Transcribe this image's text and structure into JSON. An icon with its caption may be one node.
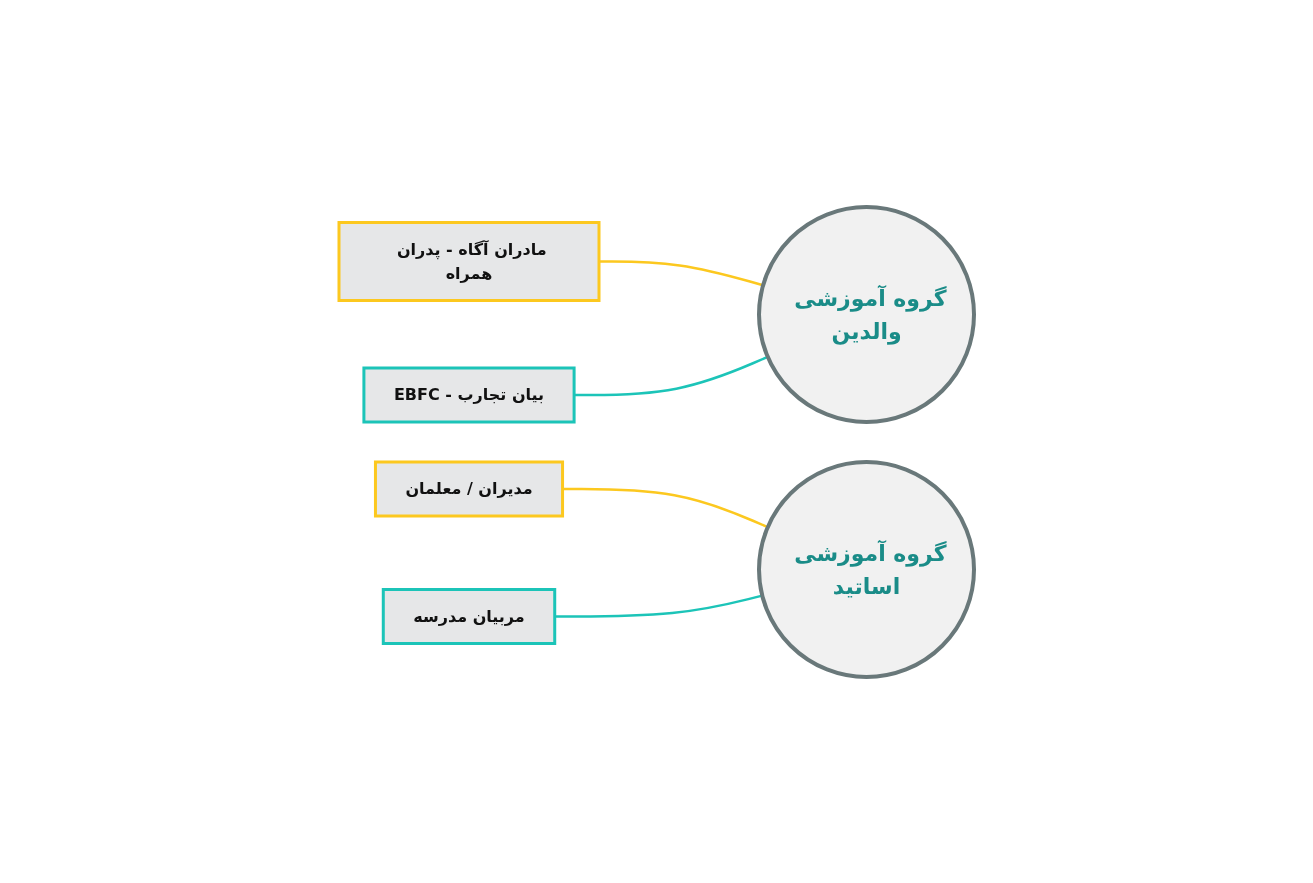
{
  "diagram": {
    "nodes": [
      {
        "text": [
          "گروه آموزشی والدین"
        ]
      },
      {
        "text": [
          "مادران آگاه - پدران همراه"
        ]
      },
      {
        "text": [
          "EBFC - بیان تجارب"
        ]
      },
      {
        "text": [
          "گروه آموزشی اساتید"
        ]
      },
      {
        "text": [
          "مدیران / معلمان"
        ]
      },
      {
        "text": [
          "مربیان مدرسه"
        ]
      }
    ],
    "edges": [
      {
        "from": 0,
        "to": 1,
        "arrow": "none",
        "color": "#fcc81f"
      },
      {
        "from": 0,
        "to": 2,
        "arrow": "none",
        "color": "#1cc4b8"
      },
      {
        "from": 3,
        "to": 4,
        "arrow": "none",
        "color": "#fcc81f"
      },
      {
        "from": 3,
        "to": 5,
        "arrow": "none",
        "color": "#1cc4b8"
      }
    ]
  }
}
